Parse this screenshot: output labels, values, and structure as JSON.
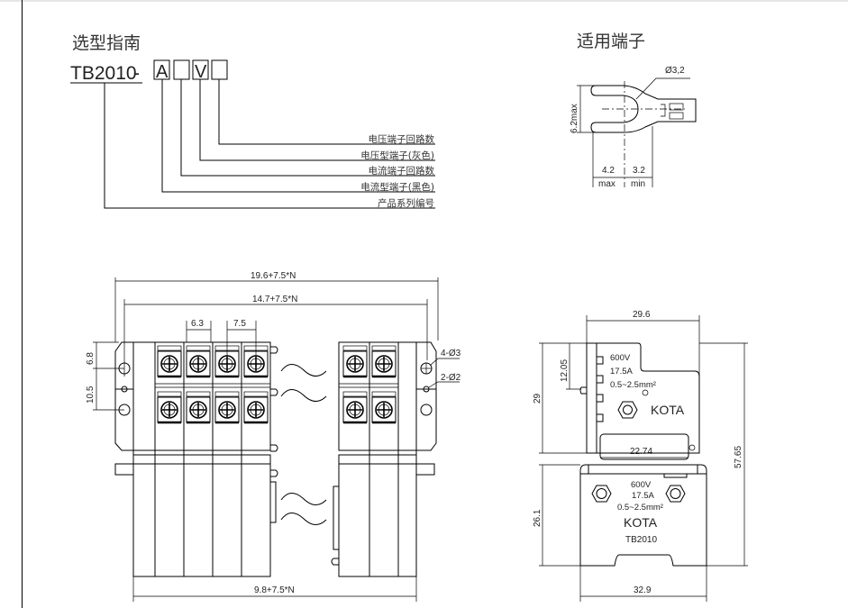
{
  "selection_guide": {
    "title": "选型指南",
    "model_prefix": "TB2010",
    "separator": "-",
    "code_boxes": [
      "A",
      "",
      "V",
      ""
    ],
    "legend": [
      "电压端子回路数",
      "电压型端子(灰色)",
      "电流端子回路数",
      "电流型端子(黑色)",
      "产品系列编号"
    ]
  },
  "terminal": {
    "title": "适用端子",
    "hole_dia": "Ø3,2",
    "height_label": "6.2max",
    "dim1_value": "4.2",
    "dim1_note": "max",
    "dim2_value": "3.2",
    "dim2_note": "min"
  },
  "front_view": {
    "overall_width": "19.6+7.5*N",
    "inner_width": "14.7+7.5*N",
    "pitch_current": "6.3",
    "pitch_voltage": "7.5",
    "hole_offset": "6.8",
    "hole_spacing": "10.5",
    "mount_holes": "4-Ø3",
    "pin_holes": "2-Ø2",
    "base_width": "9.8+7.5*N"
  },
  "side_view": {
    "top_width": "29.6",
    "height_upper": "29",
    "height_offset": "12.05",
    "inner_width": "22.74",
    "total_height": "57.65",
    "lower_height": "26.1",
    "base_width": "32.9",
    "upper_label": {
      "voltage": "600V",
      "current": "17.5A",
      "wire": "0.5~2.5mm²",
      "brand": "KOTA"
    },
    "lower_label": {
      "voltage": "600V",
      "current": "17.5A",
      "wire": "0.5~2.5mm²",
      "brand": "KOTA",
      "model": "TB2010"
    }
  }
}
